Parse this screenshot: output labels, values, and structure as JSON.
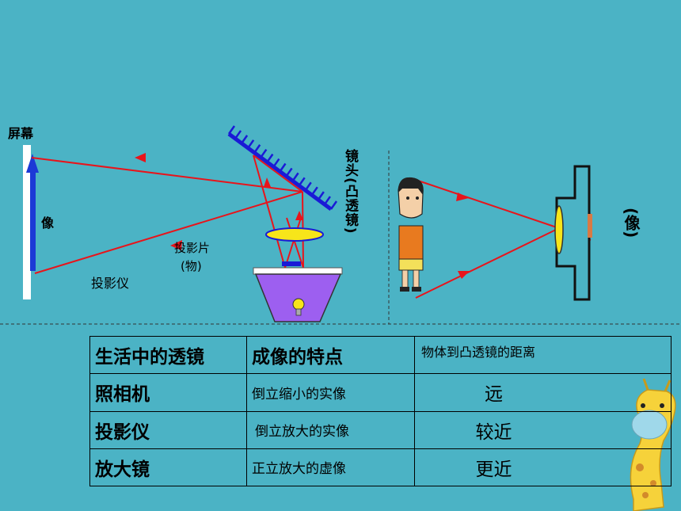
{
  "diagram": {
    "screen_label": "屏幕",
    "image_label": "像",
    "lens_label": "镜头(凸透镜)",
    "slide_label_line1": "投影片",
    "slide_label_line2": "(物)",
    "projector_label": "投影仪",
    "right_image_label": "(像)"
  },
  "table": {
    "headers": [
      "生活中的透镜",
      "成像的特点",
      "物体到凸透镜的距离"
    ],
    "rows": [
      [
        "照相机",
        "倒立缩小的实像",
        "远"
      ],
      [
        "投影仪",
        "倒立放大的实像",
        "较近"
      ],
      [
        "放大镜",
        "正立放大的虚像",
        "更近"
      ]
    ]
  },
  "colors": {
    "background": "#4bb3c5",
    "ray": "#e8141b",
    "mirror": "#1a1ad6",
    "lens": "#f7e51a",
    "projector_body": "#9d5ff0",
    "screen_arrow": "#1c39d6",
    "answer_text": "#1a2bd6"
  }
}
